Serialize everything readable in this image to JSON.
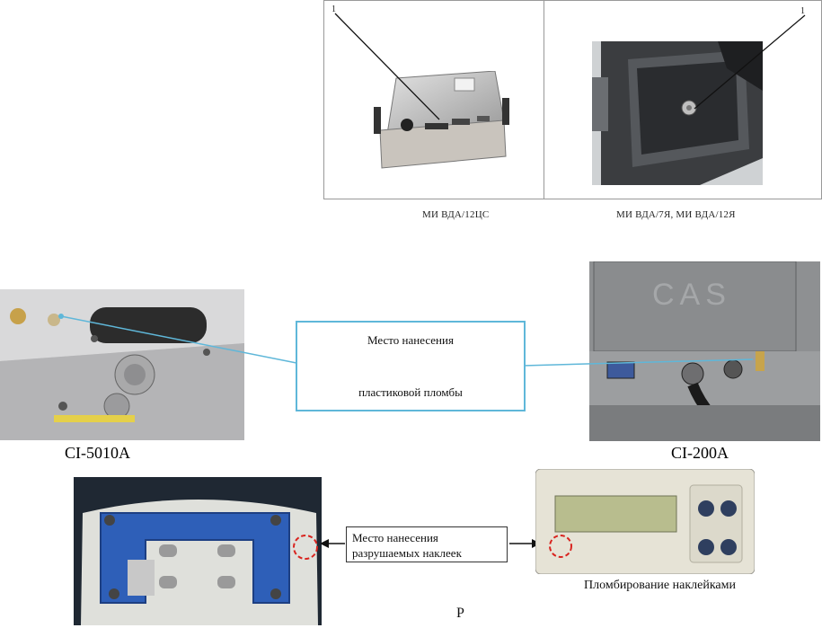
{
  "top_panel": {
    "left_caption": "МИ ВДА/12ЦС",
    "right_caption": "МИ ВДА/7Я,  МИ ВДА/12Я",
    "left_marker": "1",
    "right_marker": "1"
  },
  "middle": {
    "callout_line1": "Место нанесения",
    "callout_line2": "пластиковой пломбы",
    "left_device": "CI-5010A",
    "right_device": "CI-200A"
  },
  "bottom": {
    "label_line1": "Место нанесения",
    "label_line2": "разрушаемых наклеек",
    "bottom_right_text": "Пломбирование наклейками",
    "bottom_center_fragment": "Р"
  },
  "colors": {
    "callout_border": "#5fb7d9",
    "blue_part": "#2e5fb8",
    "red_circle": "#d9241f"
  }
}
